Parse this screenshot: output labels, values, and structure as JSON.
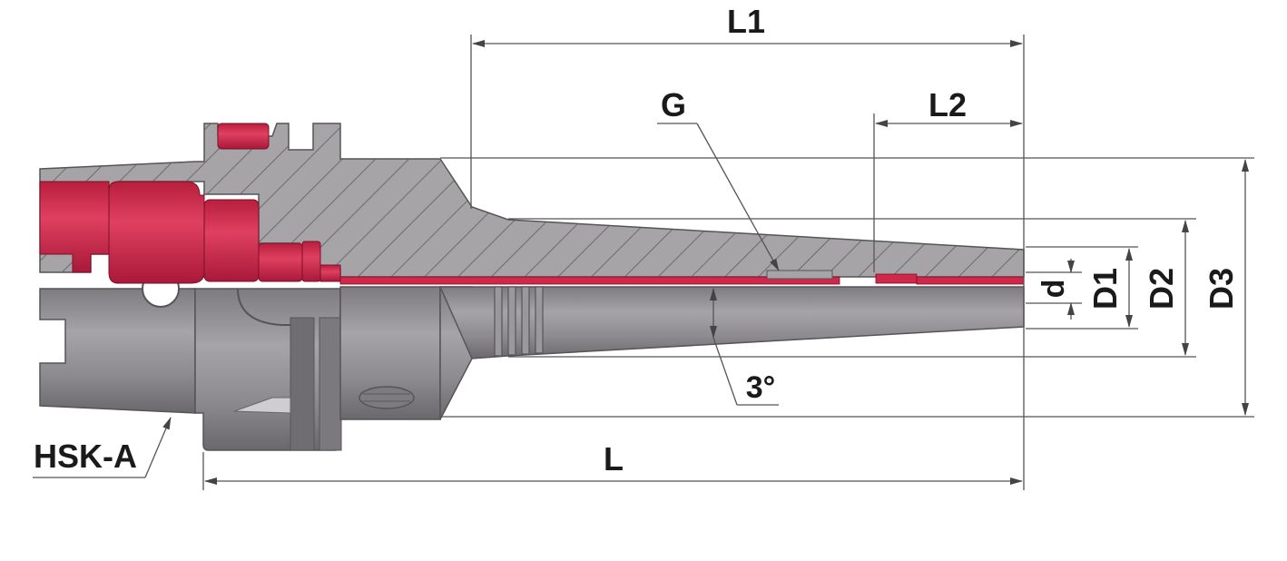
{
  "diagram": {
    "labels": {
      "L1": "L1",
      "L2": "L2",
      "L": "L",
      "G": "G",
      "angle": "3°",
      "hsk": "HSK-A",
      "d": "d",
      "D1": "D1",
      "D2": "D2",
      "D3": "D3"
    },
    "colors": {
      "body_gray": "#8f8d91",
      "body_dark": "#6f6d71",
      "section_fill": "#a7a4a8",
      "red_part": "#d0284a",
      "dim_line": "#555555",
      "text": "#1a1a1a"
    }
  }
}
